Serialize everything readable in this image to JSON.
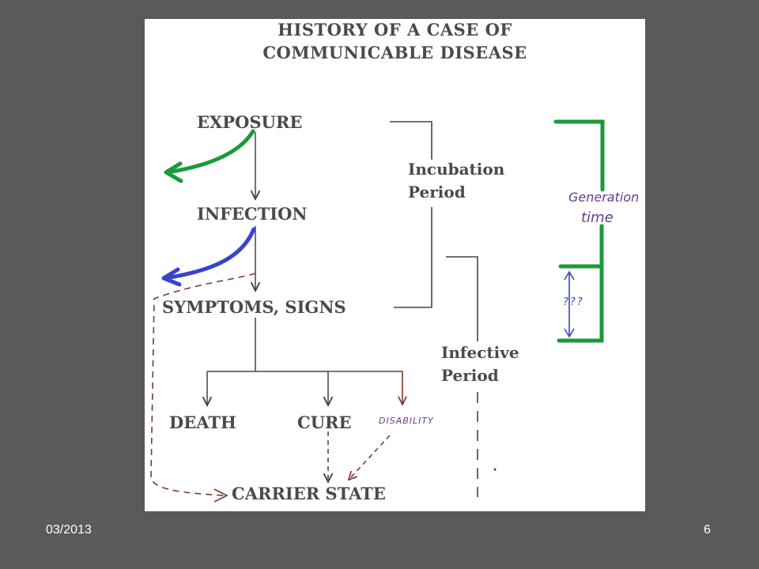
{
  "slide": {
    "footer_date": "03/2013",
    "slide_number": "6"
  },
  "diagram": {
    "title_line1": "HISTORY OF A CASE OF",
    "title_line2": "COMMUNICABLE DISEASE",
    "nodes": {
      "exposure": "EXPOSURE",
      "infection": "INFECTION",
      "symptoms": "SYMPTOMS, SIGNS",
      "death": "DEATH",
      "cure": "CURE",
      "carrier": "CARRIER STATE"
    },
    "periods": {
      "incubation": "Incubation\nPeriod",
      "infective": "Infective\nPeriod"
    },
    "handwritten": {
      "disability": "DISABILITY",
      "generation_line1": "Generation",
      "generation_line2": "time",
      "question_marks": "???"
    },
    "colors": {
      "printed_text": "#4a4a4a",
      "green_annotation": "#1a9a3a",
      "blue_annotation": "#3a44c8",
      "brown_annotation": "#7a3a30",
      "purple_annotation": "#6a3a8a"
    }
  }
}
